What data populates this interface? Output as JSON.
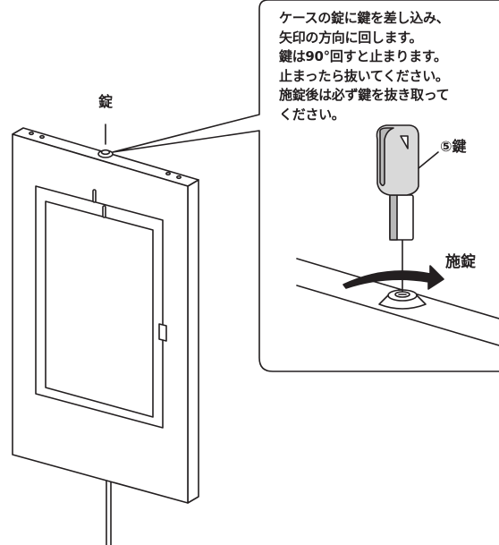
{
  "figure": {
    "instruction_lines": [
      "ケースの錠に鍵を差し込み、",
      "矢印の方向に回します。",
      "鍵は90°回すと止まります。",
      "止まったら抜いてください。",
      "施錠後は必ず鍵を抜き取って",
      "ください。"
    ],
    "lock_label": "錠",
    "key_label": "⑤鍵",
    "lock_action_label": "施錠"
  },
  "colors": {
    "line": "#231f20",
    "fill": "#ffffff",
    "key_fill": "#d9d9d9",
    "key_shadow": "#b8b8b8"
  },
  "icons": {
    "arrow": "curved-arrow-right-icon",
    "key": "key-icon",
    "lock": "lock-cylinder-icon"
  }
}
